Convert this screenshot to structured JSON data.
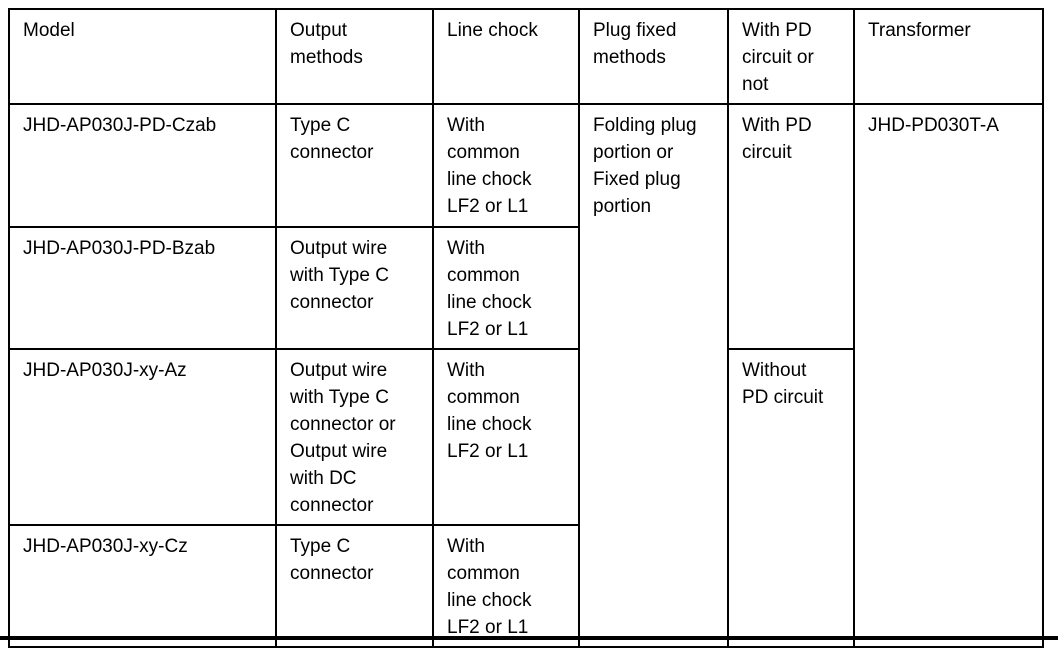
{
  "page": {
    "background_color": "#ffffff",
    "border_color": "#000000",
    "text_color": "#000000"
  },
  "table": {
    "header": {
      "model": "Model",
      "output_methods": "Output\nmethods",
      "line_chock": "Line chock",
      "plug_fixed_methods": "Plug fixed\nmethods",
      "pd_circuit_or_not": "With PD\ncircuit or\nnot",
      "transformer": "Transformer"
    },
    "rows": [
      {
        "model": "JHD-AP030J-PD-Czab",
        "output_method": "Type C\nconnector",
        "line_chock": "With\ncommon\nline chock\nLF2 or L1"
      },
      {
        "model": "JHD-AP030J-PD-Bzab",
        "output_method": "Output wire\nwith Type C\nconnector",
        "line_chock": "With\ncommon\nline chock\nLF2 or L1"
      },
      {
        "model": "JHD-AP030J-xy-Az",
        "output_method": "Output wire\nwith Type C\nconnector or\nOutput wire\nwith DC\nconnector",
        "line_chock": "With\ncommon\nline chock\nLF2 or L1"
      },
      {
        "model": "JHD-AP030J-xy-Cz",
        "output_method": "Type C\nconnector",
        "line_chock": "With\ncommon\nline chock\nLF2 or L1"
      }
    ],
    "merged": {
      "plug_fixed_all_rows": "Folding plug\nportion or\nFixed plug\nportion",
      "with_pd_rows_1_2": "With PD\ncircuit",
      "without_pd_rows_3_4": "Without\nPD circuit",
      "transformer_all_rows": "JHD-PD030T-A"
    }
  }
}
